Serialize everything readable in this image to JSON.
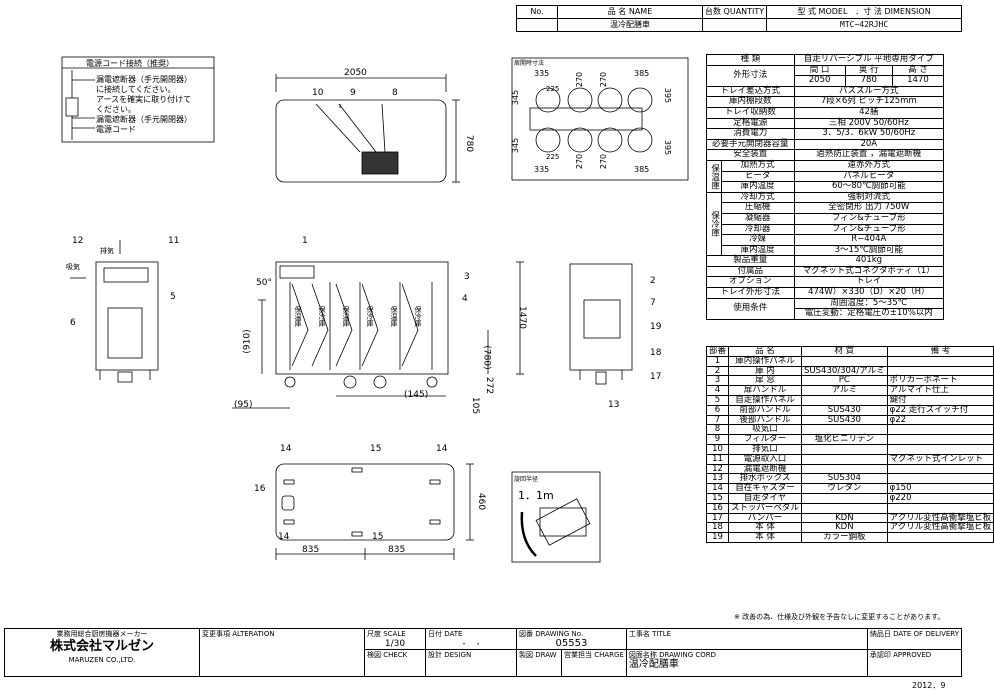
{
  "header": {
    "no": "No.",
    "name": "品 名 NAME",
    "qty": "台数 QUANTITY",
    "model": "型 式 MODEL　．寸 法 DIMENSION",
    "product": "温冷配膳車",
    "model_value": "MTC−42RJHC"
  },
  "cord": {
    "title": "電源コード接続（推奨）",
    "line1": "漏電遮断器（手元開閉器）",
    "line2": "に接続してください。",
    "line3": "アースを確実に取り付けて",
    "line4": "ください。",
    "label1": "漏電遮断器（手元開閉器）",
    "label2": "電源コード"
  },
  "dims": {
    "top_w": "2050",
    "top_h": "780",
    "front_h": "1470",
    "h910": "(910)",
    "h780": "(780)",
    "d95": "(95)",
    "d145": "(145)",
    "d105": "105",
    "d272": "272",
    "ang50": "50°",
    "bw1": "835",
    "bw2": "835",
    "bh": "460",
    "radius_title": "旋回半径",
    "radius": "1．1m",
    "exhaust": "排気",
    "intake": "吸気",
    "door_title": "扉開時寸法",
    "dd335a": "335",
    "dd270a": "270",
    "dd270b": "270",
    "dd385a": "385",
    "dd225a": "225",
    "dd345a": "345",
    "dd395a": "395",
    "dd345b": "345",
    "dd225b": "225",
    "dd395b": "395",
    "dd335b": "335",
    "dd270c": "270",
    "dd270d": "270",
    "dd385b": "385"
  },
  "doors": [
    "保温庫",
    "保冷庫",
    "保温庫",
    "保冷庫",
    "保温庫",
    "保冷庫"
  ],
  "callouts": [
    "1",
    "2",
    "3",
    "4",
    "5",
    "6",
    "7",
    "8",
    "9",
    "10",
    "11",
    "12",
    "13",
    "14",
    "15",
    "16",
    "17",
    "18",
    "19",
    "14",
    "15",
    "14"
  ],
  "spec": {
    "type_label": "種 類",
    "type_value": "自走リバーシブル 平地専用タイプ",
    "dim_label": "外形寸法",
    "dim_w": "間 口",
    "dim_d": "奥 行",
    "dim_h": "高 さ",
    "dim_wv": "2050",
    "dim_dv": "780",
    "dim_hv": "1470",
    "rows": [
      [
        "トレイ差込方式",
        "パススルー方式"
      ],
      [
        "庫内棚段数",
        "7段×6列 ピッチ125mm"
      ],
      [
        "トレイ収納数",
        "42膳"
      ],
      [
        "定格電源",
        "三相 200V 50/60Hz"
      ],
      [
        "消費電力",
        "3．5/3．6kW 50/60Hz"
      ],
      [
        "必要手元開閉器容量",
        "20A"
      ],
      [
        "安全装置",
        "過熱防止装置 ，漏電遮断機"
      ]
    ],
    "warm_group": "保温庫",
    "warm": [
      [
        "加熱方式",
        "遠赤外方式"
      ],
      [
        "ヒータ",
        "パネルヒータ"
      ],
      [
        "庫内温度",
        "60〜80℃調節可能"
      ]
    ],
    "cold_group": "保冷庫",
    "cold": [
      [
        "冷却方式",
        "強制対流式"
      ],
      [
        "圧縮機",
        "全密閉形 出力 750W"
      ],
      [
        "凝縮器",
        "フィン&チューブ形"
      ],
      [
        "冷却器",
        "フィン&チューブ形"
      ],
      [
        "冷媒",
        "R−404A"
      ],
      [
        "庫内温度",
        "3〜15℃調節可能"
      ]
    ],
    "rows2": [
      [
        "製品重量",
        "401kg"
      ],
      [
        "付属品",
        "マグネット式コネクタボディ（1）"
      ],
      [
        "オプション",
        "トレイ"
      ],
      [
        "トレイ外形寸法",
        "474W）×330（D）×20（H）"
      ]
    ],
    "use_label": "使用条件",
    "use1": "周囲温度：5〜35℃",
    "use2": "電圧変動：定格電圧の±10%以内"
  },
  "parts": {
    "head": [
      "部番",
      "品 名",
      "材 質",
      "備 考"
    ],
    "rows": [
      [
        "1",
        "庫内操作パネル",
        "",
        ""
      ],
      [
        "2",
        "庫 内",
        "SUS430/304/アルミ",
        ""
      ],
      [
        "3",
        "扉 窓",
        "PC",
        "ポリカーボネート"
      ],
      [
        "4",
        "扉ハンドル",
        "アルミ",
        "アルマイト仕上"
      ],
      [
        "5",
        "自走操作パネル",
        "",
        "鍵付"
      ],
      [
        "6",
        "前部ハンドル",
        "SUS430",
        "φ22 走行スイッチ付"
      ],
      [
        "7",
        "後部ハンドル",
        "SUS430",
        "φ22"
      ],
      [
        "8",
        "吸気口",
        "",
        ""
      ],
      [
        "9",
        "フィルター",
        "塩化ビニリデン",
        ""
      ],
      [
        "10",
        "排気口",
        "",
        ""
      ],
      [
        "11",
        "電源取入口",
        "",
        "マグネット式インレット"
      ],
      [
        "12",
        "漏電遮断機",
        "",
        ""
      ],
      [
        "13",
        "排水ボックス",
        "SUS304",
        ""
      ],
      [
        "14",
        "自在キャスター",
        "ウレタン",
        "φ150"
      ],
      [
        "15",
        "自走タイヤ",
        "",
        "φ220"
      ],
      [
        "16",
        "ストッパーペダル",
        "",
        ""
      ],
      [
        "17",
        "バンパー",
        "KDN",
        "アクリル変性高衝撃塩ビ板"
      ],
      [
        "18",
        "本 体",
        "KDN",
        "アクリル変性高衝撃塩ビ板"
      ],
      [
        "19",
        "本 体",
        "カラー鋼板",
        ""
      ]
    ]
  },
  "note": "※ 改善の為、仕様及び外観を予告なしに変更することがあります。",
  "footer": {
    "maker": "業務用総合厨房機器メーカー",
    "company": "株式会社マルゼン",
    "company_en": "MARUZEN CO.,LTD.",
    "alteration": "変更事項 ALTERATION",
    "scale_label": "尺度 SCALE",
    "scale": "1/30",
    "date_label": "日付 DATE",
    "date": "・　・",
    "drawno_label": "図番 DRAWING No.",
    "drawno": "05553",
    "title_label": "工事名 TITLE",
    "delivery_label": "納品日 DATE OF DELIVERY",
    "check": "検図 CHECK",
    "design": "設計 DESIGN",
    "draw": "製図 DRAW",
    "charge": "営業担当 CHARGE",
    "cord_label": "図面名称 DRAWING CORD",
    "cord_value": "温冷配膳車",
    "approved": "承認印 APPROVED",
    "year": "2012．9"
  }
}
